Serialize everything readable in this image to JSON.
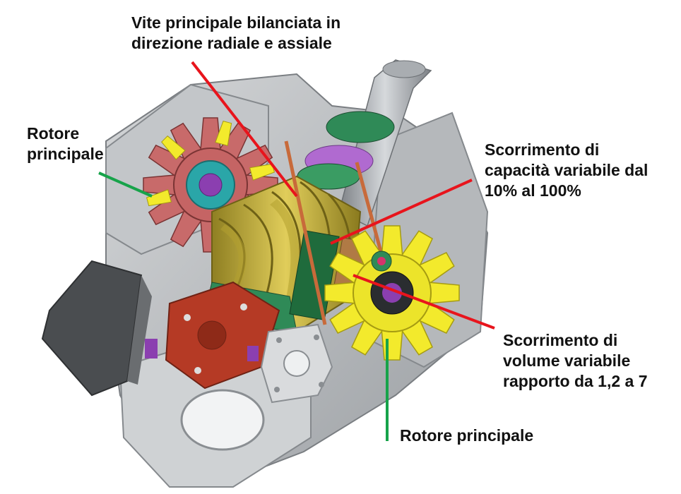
{
  "labels": {
    "screw": [
      "Vite principale bilanciata in",
      "direzione radiale e assiale"
    ],
    "rotor_left": [
      "Rotore",
      "principale"
    ],
    "capacity": [
      "Scorrimento di",
      "capacità variabile dal",
      "10% al 100%"
    ],
    "volume": [
      "Scorrimento di",
      "volume variabile",
      "rapporto da 1,2 a 7"
    ],
    "rotor_bottom": "Rotore principale"
  },
  "colors": {
    "red_leader": "#e8141c",
    "green_leader": "#17a34a",
    "housing": "#b9bcbf",
    "housing_dark": "#8c9094",
    "screw": "#c9b43c",
    "gaterotor_yellow": "#f3ea2c",
    "gaterotor_pink": "#c86a6a",
    "slide_green": "#1f6b3c",
    "slide_brown": "#b07a45",
    "flange_red": "#b53a25",
    "motor": "#4a4d50"
  }
}
